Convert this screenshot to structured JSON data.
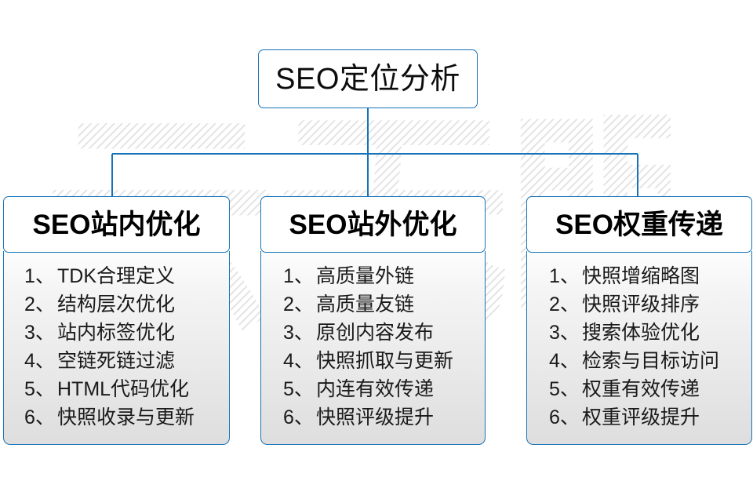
{
  "diagram": {
    "root": {
      "label": "SEO定位分析"
    },
    "branches": [
      {
        "id": "seo-onsite",
        "header": "SEO站内优化",
        "items": [
          {
            "num": "1、",
            "label": "TDK合理定义"
          },
          {
            "num": "2、",
            "label": "结构层次优化"
          },
          {
            "num": "3、",
            "label": "站内标签优化"
          },
          {
            "num": "4、",
            "label": "空链死链过滤"
          },
          {
            "num": "5、",
            "label": "HTML代码优化"
          },
          {
            "num": "6、",
            "label": "快照收录与更新"
          }
        ]
      },
      {
        "id": "seo-offsite",
        "header": "SEO站外优化",
        "items": [
          {
            "num": "1、",
            "label": "高质量外链"
          },
          {
            "num": "2、",
            "label": "高质量友链"
          },
          {
            "num": "3、",
            "label": "原创内容发布"
          },
          {
            "num": "4、",
            "label": "快照抓取与更新"
          },
          {
            "num": "5、",
            "label": "内连有效传递"
          },
          {
            "num": "6、",
            "label": "快照评级提升"
          }
        ]
      },
      {
        "id": "seo-weight",
        "header": "SEO权重传递",
        "items": [
          {
            "num": "1、",
            "label": "快照增缩略图"
          },
          {
            "num": "2、",
            "label": "快照评级排序"
          },
          {
            "num": "3、",
            "label": "搜索体验优化"
          },
          {
            "num": "4、",
            "label": "检索与目标访问"
          },
          {
            "num": "5、",
            "label": "权重有效传递"
          },
          {
            "num": "6、",
            "label": "权重评级提升"
          }
        ]
      }
    ]
  },
  "watermark": {
    "text": "云无眠"
  },
  "colors": {
    "border": "#1673b8",
    "connector": "#1673b8",
    "text": "#0d0d0d",
    "body_bg_top": "#fdfdfd",
    "body_bg_bottom": "#dedede",
    "watermark": "#ededed",
    "page_bg": "#ffffff"
  }
}
